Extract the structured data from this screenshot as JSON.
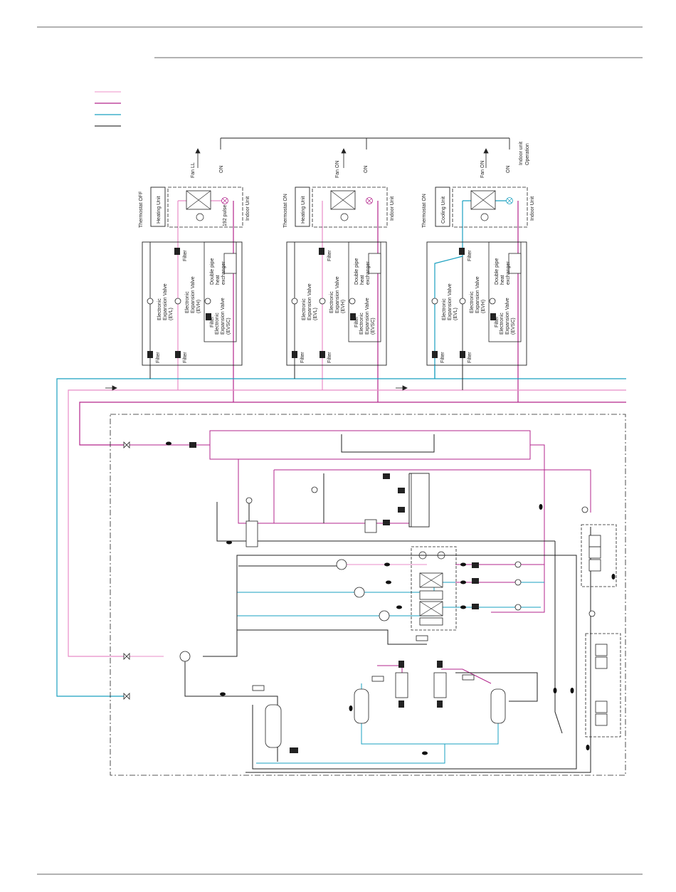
{
  "units": [
    {
      "id": "unit-1",
      "thermostat": "Thermostat OFF",
      "coil_unit": "Heating Unit",
      "fan": "Fan LL",
      "operation": "ON",
      "pulse": "192 pulse",
      "indoor_label": "Indoor Unit",
      "filter": "Filter",
      "dphx": [
        "Double pipe",
        "heat",
        "exchanger"
      ],
      "evl": [
        "Electronic",
        "Expansion Valve",
        "(EVL)"
      ],
      "evh": [
        "Electronic",
        "Expansion Valve",
        "(EVH)"
      ],
      "evsc": [
        "Electronic",
        "Expansion Valve",
        "(EVSC)"
      ],
      "pipe_color": "#e88cc8"
    },
    {
      "id": "unit-2",
      "thermostat": "Thermostat ON",
      "coil_unit": "Heating Unit",
      "fan": "Fan ON",
      "operation": "ON",
      "pulse": "",
      "indoor_label": "Indoor Unit",
      "filter": "Filter",
      "dphx": [
        "Double pipe",
        "heat",
        "exchanger"
      ],
      "evl": [
        "Electronic",
        "Expansion Valve",
        "(EVL)"
      ],
      "evh": [
        "Electronic",
        "Expansion Valve",
        "(EVH)"
      ],
      "evsc": [
        "Electronic",
        "Expansion Valve",
        "(EVSC)"
      ],
      "pipe_color": "#e88cc8"
    },
    {
      "id": "unit-3",
      "thermostat": "Thermostat ON",
      "coil_unit": "Cooling Unit",
      "fan": "Fan ON",
      "operation": "ON",
      "pulse": "",
      "indoor_label": "Indoor Unit",
      "filter": "Filter",
      "dphx": [
        "Double pipe",
        "heat",
        "exchanger"
      ],
      "evl": [
        "Electronic",
        "Expansion Valve",
        "(EVL)"
      ],
      "evh": [
        "Electronic",
        "Expansion Valve",
        "(EVH)"
      ],
      "evsc": [
        "Electronic",
        "Expansion Valve",
        "(EVSC)"
      ],
      "pipe_color": "#1aa0c0"
    }
  ],
  "indoor_operation_label": [
    "Indoor unit",
    "Operation"
  ],
  "legend_colors": [
    "#f2a8d4",
    "#b3268c",
    "#1aa0c0",
    "#3a3a3a"
  ],
  "colors": {
    "high_pressure_gas": "#b3268c",
    "pink_line": "#e88cc8",
    "liquid": "#1aa0c0",
    "low_pressure": "#222222"
  }
}
